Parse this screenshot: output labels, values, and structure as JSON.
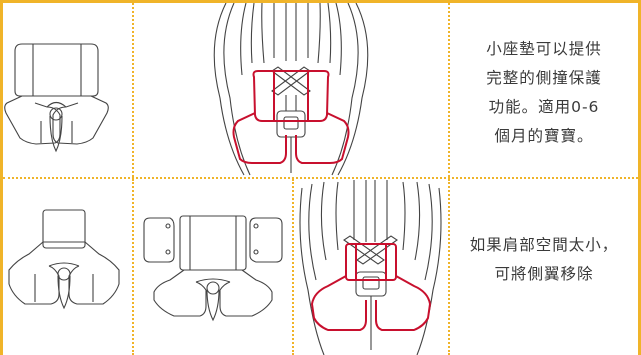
{
  "colors": {
    "border": "#f0b429",
    "highlight": "#c8102e",
    "line": "#444444"
  },
  "rows": [
    {
      "caption_lines": [
        "小座墊可以提供",
        "完整的側撞保護",
        "功能。適用0-6",
        "個月的寶寶。"
      ]
    },
    {
      "caption_lines": [
        "如果肩部空間太小，",
        "可將側翼移除"
      ]
    }
  ]
}
